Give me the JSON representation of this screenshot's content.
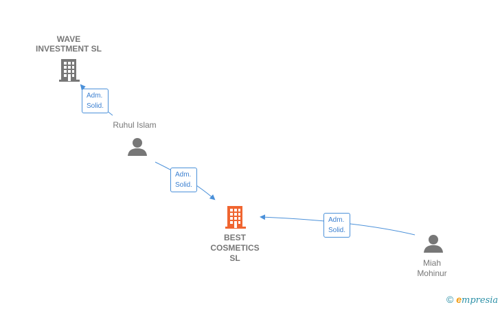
{
  "nodes": {
    "wave": {
      "name_line1": "WAVE",
      "name_line2": "INVESTMENT SL",
      "type": "company"
    },
    "best": {
      "name_line1": "BEST",
      "name_line2": "COSMETICS",
      "name_line3": "SL",
      "type": "company-highlight"
    },
    "ruhul": {
      "name": "Ruhul Islam",
      "type": "person"
    },
    "miah": {
      "name_line1": "Miah",
      "name_line2": "Mohinur",
      "type": "person"
    }
  },
  "edges": [
    {
      "from": "ruhul",
      "to": "wave",
      "line1": "Adm.",
      "line2": "Solid."
    },
    {
      "from": "ruhul",
      "to": "best",
      "line1": "Adm.",
      "line2": "Solid."
    },
    {
      "from": "miah",
      "to": "best",
      "line1": "Adm.",
      "line2": "Solid."
    }
  ],
  "colors": {
    "company": "#777777",
    "highlight": "#f06530",
    "edge": "#4a90d9",
    "text": "#777777"
  },
  "watermark": {
    "symbol": "©",
    "brand_first": "e",
    "brand_rest": "mpresia"
  }
}
